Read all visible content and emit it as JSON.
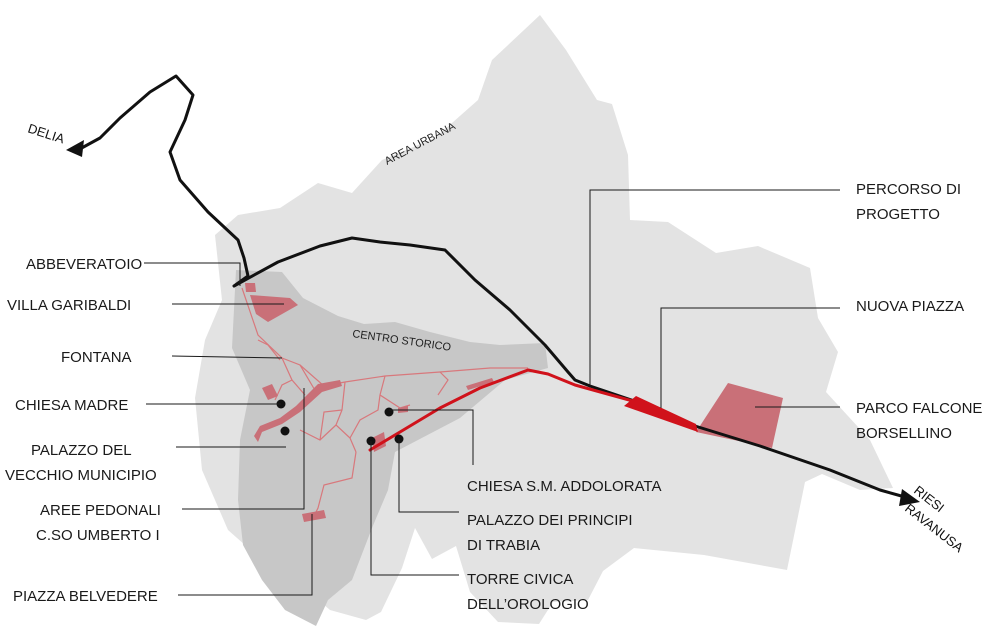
{
  "map": {
    "colors": {
      "urban_area": "#e3e3e3",
      "historic_center": "#c7c7c7",
      "highlight": "#c97078",
      "street_lines": "#d8787c",
      "project_route": "#d0121b",
      "road": "#111111"
    },
    "area_labels": {
      "urban": "AREA URBANA",
      "historic": "CENTRO STORICO"
    },
    "destinations": {
      "delia": "DELIA",
      "riesi": "RIESI",
      "ravanusa": "RAVANUSA"
    },
    "legend_left": {
      "abbeveratoio": "ABBEVERATOIO",
      "villa_garibaldi": "VILLA GARIBALDI",
      "fontana": "FONTANA",
      "chiesa_madre": "CHIESA MADRE",
      "palazzo_vecchio_1": "PALAZZO DEL",
      "palazzo_vecchio_2": "VECCHIO MUNICIPIO",
      "aree_pedonali_1": "AREE PEDONALI",
      "aree_pedonali_2": "C.SO UMBERTO I",
      "piazza_belvedere": "PIAZZA BELVEDERE"
    },
    "legend_center": {
      "chiesa_addolorata": "CHIESA S.M. ADDOLORATA",
      "palazzo_principi_1": "PALAZZO DEI PRINCIPI",
      "palazzo_principi_2": "DI TRABIA",
      "torre_civica_1": "TORRE CIVICA",
      "torre_civica_2": "DELL’OROLOGIO"
    },
    "legend_right": {
      "percorso_1": "PERCORSO DI",
      "percorso_2": "PROGETTO",
      "nuova_piazza": "NUOVA PIAZZA",
      "parco_1": "PARCO FALCONE",
      "parco_2": "BORSELLINO"
    }
  }
}
